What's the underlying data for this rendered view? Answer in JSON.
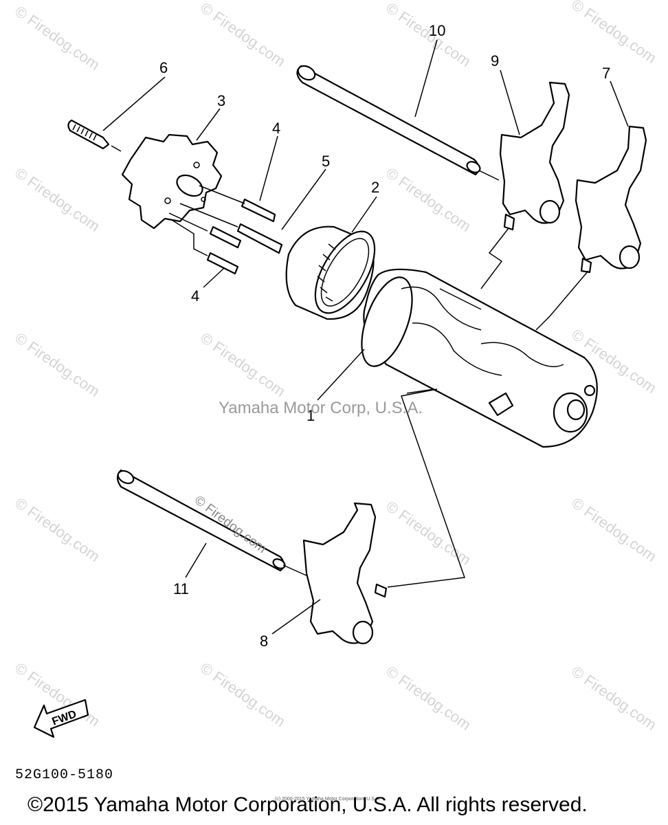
{
  "watermark_text": "© Firedog.com",
  "center_credit": "Yamaha Motor Corp, U.S.A.",
  "callouts": [
    "1",
    "2",
    "3",
    "4",
    "4",
    "5",
    "6",
    "7",
    "8",
    "9",
    "10",
    "11"
  ],
  "fwd_label": "FWD",
  "drawing_number": "52G100-5180",
  "tiny_credit": "(c) 2000-2015 Yamaha Motor Corporation, U.S.A.",
  "copyright": "©2015 Yamaha Motor Corporation, U.S.A. All rights reserved.",
  "colors": {
    "ink": "#000000",
    "watermark": "#d4d4d4",
    "credit": "#9a9a9a"
  }
}
